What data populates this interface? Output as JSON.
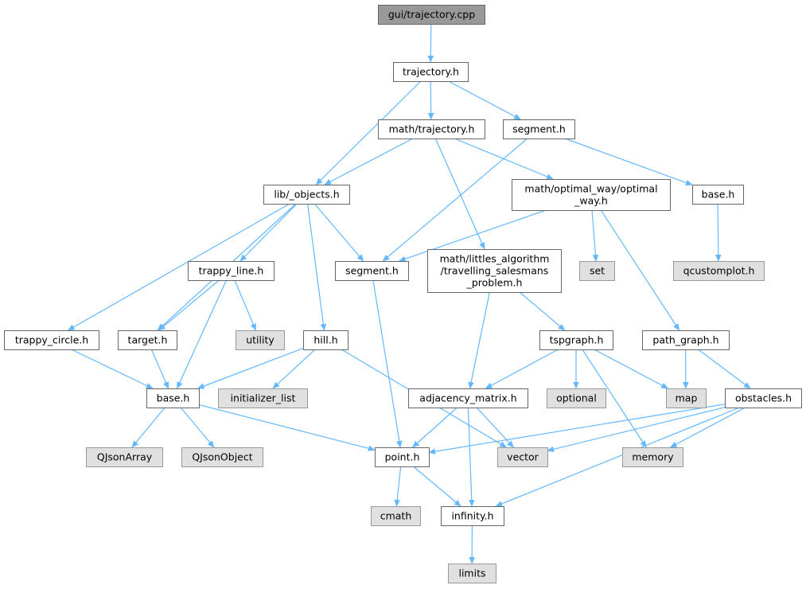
{
  "colors": {
    "edge": "#63b8ff",
    "root_fill": "#999999",
    "root_stroke": "#666666",
    "file_fill": "#ffffff",
    "file_stroke": "#666666",
    "system_fill": "#e0e0e0",
    "system_stroke": "#999999",
    "text": "#000000"
  },
  "nodes": [
    {
      "id": "gui_trajectory_cpp",
      "kind": "root",
      "lines": [
        "gui/trajectory.cpp"
      ]
    },
    {
      "id": "trajectory_h",
      "kind": "file",
      "lines": [
        "trajectory.h"
      ]
    },
    {
      "id": "math_trajectory_h",
      "kind": "file",
      "lines": [
        "math/trajectory.h"
      ]
    },
    {
      "id": "segment_h_top",
      "kind": "file",
      "lines": [
        "segment.h"
      ]
    },
    {
      "id": "lib_objects_h",
      "kind": "file",
      "lines": [
        "lib/_objects.h"
      ]
    },
    {
      "id": "optimal_way_h",
      "kind": "file",
      "lines": [
        "math/optimal_way/optimal",
        "_way.h"
      ]
    },
    {
      "id": "base_h_right",
      "kind": "file",
      "lines": [
        "base.h"
      ]
    },
    {
      "id": "trappy_line_h",
      "kind": "file",
      "lines": [
        "trappy_line.h"
      ]
    },
    {
      "id": "segment_h_mid",
      "kind": "file",
      "lines": [
        "segment.h"
      ]
    },
    {
      "id": "littles_h",
      "kind": "file",
      "lines": [
        "math/littles_algorithm",
        "/travelling_salesmans",
        "_problem.h"
      ]
    },
    {
      "id": "set",
      "kind": "system",
      "lines": [
        "set"
      ]
    },
    {
      "id": "qcustomplot_h",
      "kind": "system",
      "lines": [
        "qcustomplot.h"
      ]
    },
    {
      "id": "trappy_circle_h",
      "kind": "file",
      "lines": [
        "trappy_circle.h"
      ]
    },
    {
      "id": "target_h",
      "kind": "file",
      "lines": [
        "target.h"
      ]
    },
    {
      "id": "utility",
      "kind": "system",
      "lines": [
        "utility"
      ]
    },
    {
      "id": "hill_h",
      "kind": "file",
      "lines": [
        "hill.h"
      ]
    },
    {
      "id": "tspgraph_h",
      "kind": "file",
      "lines": [
        "tspgraph.h"
      ]
    },
    {
      "id": "path_graph_h",
      "kind": "file",
      "lines": [
        "path_graph.h"
      ]
    },
    {
      "id": "base_h_left",
      "kind": "file",
      "lines": [
        "base.h"
      ]
    },
    {
      "id": "initializer_list",
      "kind": "system",
      "lines": [
        "initializer_list"
      ]
    },
    {
      "id": "adjacency_matrix_h",
      "kind": "file",
      "lines": [
        "adjacency_matrix.h"
      ]
    },
    {
      "id": "optional",
      "kind": "system",
      "lines": [
        "optional"
      ]
    },
    {
      "id": "map",
      "kind": "system",
      "lines": [
        "map"
      ]
    },
    {
      "id": "obstacles_h",
      "kind": "file",
      "lines": [
        "obstacles.h"
      ]
    },
    {
      "id": "qjsonarray",
      "kind": "system",
      "lines": [
        "QJsonArray"
      ]
    },
    {
      "id": "qjsonobject",
      "kind": "system",
      "lines": [
        "QJsonObject"
      ]
    },
    {
      "id": "point_h",
      "kind": "file",
      "lines": [
        "point.h"
      ]
    },
    {
      "id": "vector",
      "kind": "system",
      "lines": [
        "vector"
      ]
    },
    {
      "id": "memory",
      "kind": "system",
      "lines": [
        "memory"
      ]
    },
    {
      "id": "cmath",
      "kind": "system",
      "lines": [
        "cmath"
      ]
    },
    {
      "id": "infinity_h",
      "kind": "file",
      "lines": [
        "infinity.h"
      ]
    },
    {
      "id": "limits",
      "kind": "system",
      "lines": [
        "limits"
      ]
    }
  ],
  "edges": [
    [
      "gui_trajectory_cpp",
      "trajectory_h"
    ],
    [
      "trajectory_h",
      "lib_objects_h"
    ],
    [
      "trajectory_h",
      "math_trajectory_h"
    ],
    [
      "trajectory_h",
      "segment_h_top"
    ],
    [
      "math_trajectory_h",
      "lib_objects_h"
    ],
    [
      "math_trajectory_h",
      "optimal_way_h"
    ],
    [
      "math_trajectory_h",
      "littles_h"
    ],
    [
      "segment_h_top",
      "segment_h_mid"
    ],
    [
      "segment_h_top",
      "base_h_right"
    ],
    [
      "base_h_right",
      "qcustomplot_h"
    ],
    [
      "optimal_way_h",
      "segment_h_mid"
    ],
    [
      "optimal_way_h",
      "set"
    ],
    [
      "optimal_way_h",
      "path_graph_h"
    ],
    [
      "lib_objects_h",
      "trappy_circle_h"
    ],
    [
      "lib_objects_h",
      "target_h"
    ],
    [
      "lib_objects_h",
      "trappy_line_h"
    ],
    [
      "lib_objects_h",
      "hill_h"
    ],
    [
      "lib_objects_h",
      "segment_h_mid"
    ],
    [
      "trappy_line_h",
      "target_h"
    ],
    [
      "trappy_line_h",
      "utility"
    ],
    [
      "trappy_line_h",
      "base_h_left"
    ],
    [
      "segment_h_mid",
      "point_h"
    ],
    [
      "littles_h",
      "adjacency_matrix_h"
    ],
    [
      "littles_h",
      "tspgraph_h"
    ],
    [
      "trappy_circle_h",
      "base_h_left"
    ],
    [
      "target_h",
      "base_h_left"
    ],
    [
      "hill_h",
      "base_h_left"
    ],
    [
      "hill_h",
      "initializer_list"
    ],
    [
      "hill_h",
      "vector"
    ],
    [
      "tspgraph_h",
      "adjacency_matrix_h"
    ],
    [
      "tspgraph_h",
      "optional"
    ],
    [
      "tspgraph_h",
      "map"
    ],
    [
      "tspgraph_h",
      "memory"
    ],
    [
      "path_graph_h",
      "map"
    ],
    [
      "path_graph_h",
      "obstacles_h"
    ],
    [
      "base_h_left",
      "qjsonarray"
    ],
    [
      "base_h_left",
      "qjsonobject"
    ],
    [
      "base_h_left",
      "point_h"
    ],
    [
      "adjacency_matrix_h",
      "point_h"
    ],
    [
      "adjacency_matrix_h",
      "vector"
    ],
    [
      "adjacency_matrix_h",
      "infinity_h"
    ],
    [
      "obstacles_h",
      "point_h"
    ],
    [
      "obstacles_h",
      "vector"
    ],
    [
      "obstacles_h",
      "memory"
    ],
    [
      "obstacles_h",
      "infinity_h"
    ],
    [
      "point_h",
      "cmath"
    ],
    [
      "point_h",
      "infinity_h"
    ],
    [
      "infinity_h",
      "limits"
    ]
  ]
}
